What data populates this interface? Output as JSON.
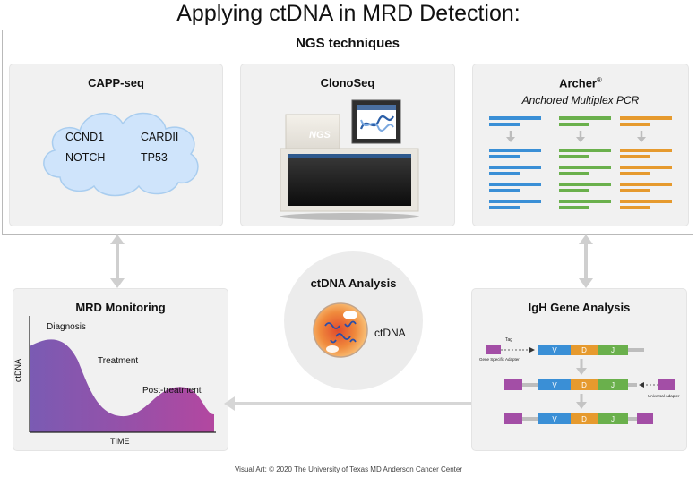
{
  "title": "Applying ctDNA in MRD Detection:",
  "ngs": {
    "title": "NGS techniques",
    "capp": {
      "title": "CAPP-seq",
      "genes": [
        "CCND1",
        "CARDII",
        "NOTCH",
        "TP53"
      ]
    },
    "clonoseq": {
      "title": "ClonoSeq",
      "machine_label": "NGS"
    },
    "archer": {
      "title": "Archer",
      "registered": "®",
      "subtitle": "Anchored Multiplex PCR",
      "colors": [
        "#3a8fd6",
        "#6ab04c",
        "#e69a2e"
      ]
    }
  },
  "mrd": {
    "title": "MRD Monitoring",
    "ylabel": "ctDNA",
    "xlabel": "TIME",
    "labels": [
      "Diagnosis",
      "Treatment",
      "Post-treatment"
    ]
  },
  "ctdna": {
    "title": "ctDNA Analysis",
    "label": "ctDNA"
  },
  "igh": {
    "title": "IgH Gene Analysis",
    "tag": "Tag",
    "gene_specific": "Gene Specific Adapter",
    "universal": "Universal Adapter",
    "segments": [
      "V",
      "D",
      "J"
    ],
    "colors": {
      "v": "#3a8fd6",
      "d": "#e69a2e",
      "j": "#6ab04c",
      "adapter": "#a34ea6"
    }
  },
  "credit": "Visual Art: © 2020 The University of Texas MD Anderson Cancer Center"
}
